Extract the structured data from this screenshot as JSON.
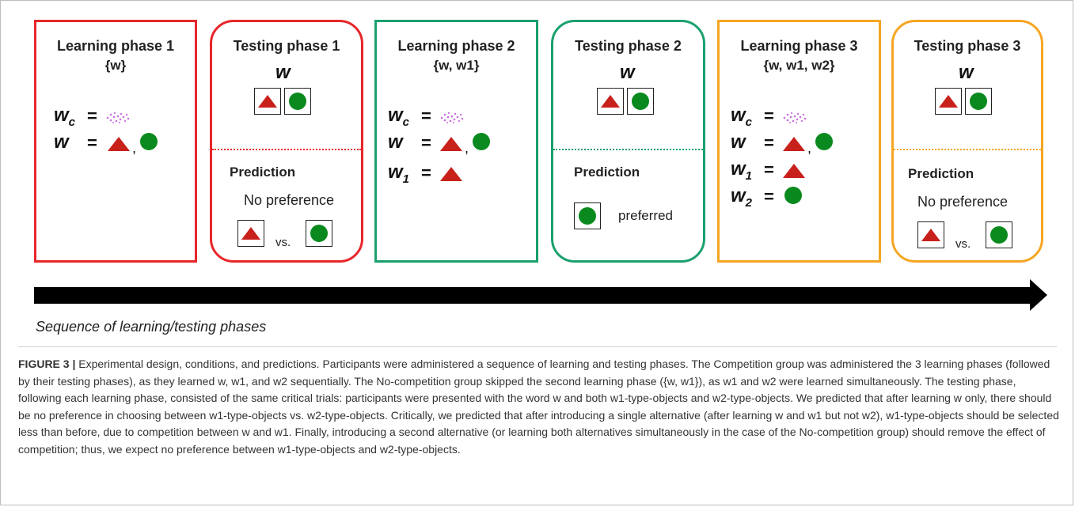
{
  "phases": [
    {
      "title": "Learning phase 1",
      "set": "{w}"
    },
    {
      "title": "Testing phase 1",
      "word": "w",
      "prediction_title": "Prediction",
      "prediction_text": "No preference",
      "vs": "vs."
    },
    {
      "title": "Learning phase 2",
      "set": "{w, w1}"
    },
    {
      "title": "Testing phase 2",
      "word": "w",
      "prediction_title": "Prediction",
      "prediction_text": "preferred"
    },
    {
      "title": "Learning phase 3",
      "set": "{w, w1, w2}"
    },
    {
      "title": "Testing phase 3",
      "word": "w",
      "prediction_title": "Prediction",
      "prediction_text": "No preference",
      "vs": "vs."
    }
  ],
  "labels": {
    "w": "w",
    "wc_sub": "c",
    "w1_sub": "1",
    "w2_sub": "2",
    "eq": "=",
    "comma": ","
  },
  "colors": {
    "red": "#e8262a",
    "green": "#1aa06d",
    "orange": "#f5a623",
    "triangle": "#c8201b",
    "circle": "#0a8a1e"
  },
  "sequence_label": "Sequence of learning/testing phases",
  "caption": {
    "figure_label": "FIGURE 3 |",
    "text": "Experimental design, conditions, and predictions. Participants were administered a sequence of learning and testing phases. The Competition group was administered the 3 learning phases (followed by their testing phases), as they learned w, w1, and w2 sequentially. The No-competition group skipped the second learning phase ({w, w1}), as w1 and w2 were learned simultaneously. The testing phase, following each learning phase, consisted of the same critical trials: participants were presented with the word w and both w1-type-objects and w2-type-objects. We predicted that after learning w only, there should be no preference in choosing between w1-type-objects vs. w2-type-objects. Critically, we predicted that after introducing a single alternative (after learning w and w1 but not w2), w1-type-objects should be selected less than before, due to competition between w and w1. Finally, introducing a second alternative (or learning both alternatives simultaneously in the case of the No-competition group) should remove the effect of competition; thus, we expect no preference between w1-type-objects and w2-type-objects."
  }
}
